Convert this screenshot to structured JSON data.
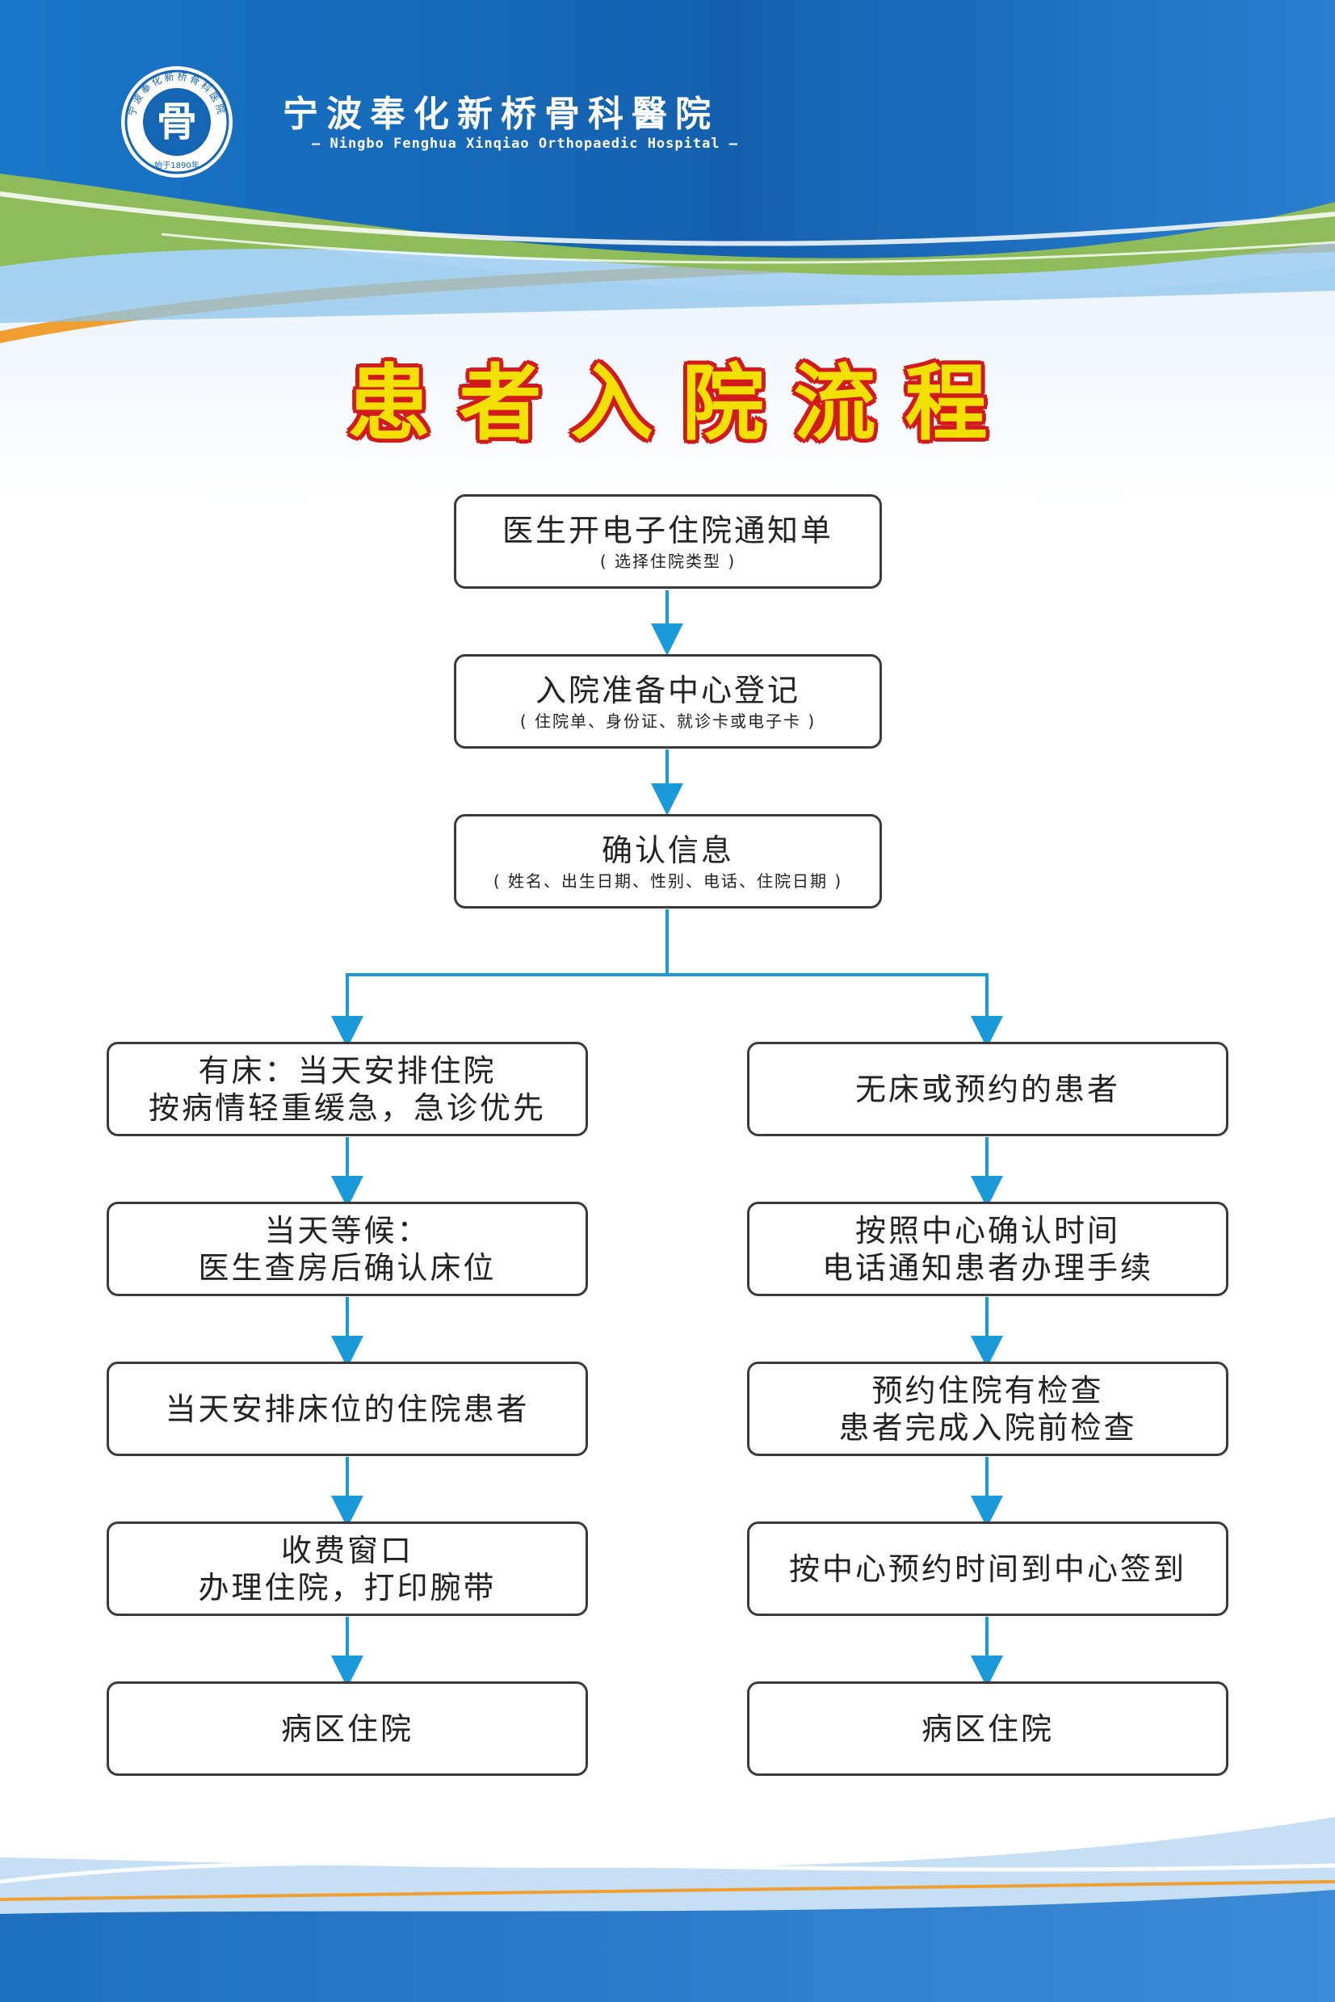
{
  "header": {
    "hospital_name": "宁波奉化新桥骨科醫院",
    "hospital_name_en": "— Ningbo Fenghua Xinqiao Orthopaedic Hospital —",
    "logo": {
      "center_char": "骨",
      "ring_text": "宁波奉化新桥骨科医院",
      "founded": "始于1890年"
    }
  },
  "title": "患者入院流程",
  "colors": {
    "header_blue": "#1565b5",
    "accent_green": "#8fbc5a",
    "accent_orange": "#f0a030",
    "title_fill": "#f2e100",
    "title_outline": "#d21a1a",
    "arrow": "#1a9ad8",
    "box_border": "#3a3a3a"
  },
  "flow": {
    "step1": {
      "main": "医生开电子住院通知单",
      "sub": "( 选择住院类型 )"
    },
    "step2": {
      "main": "入院准备中心登记",
      "sub": "( 住院单、身份证、就诊卡或电子卡 )"
    },
    "step3": {
      "main": "确认信息",
      "sub": "( 姓名、出生日期、性别、电话、住院日期 )"
    },
    "left": [
      {
        "main": "有床：当天安排住院\n按病情轻重缓急，急诊优先"
      },
      {
        "main": "当天等候：\n医生查房后确认床位"
      },
      {
        "main": "当天安排床位的住院患者"
      },
      {
        "main": "收费窗口\n办理住院，打印腕带"
      },
      {
        "main": "病区住院"
      }
    ],
    "right": [
      {
        "main": "无床或预约的患者"
      },
      {
        "main": "按照中心确认时间\n电话通知患者办理手续"
      },
      {
        "main": "预约住院有检查\n患者完成入院前检查"
      },
      {
        "main": "按中心预约时间到中心签到"
      },
      {
        "main": "病区住院"
      }
    ]
  }
}
